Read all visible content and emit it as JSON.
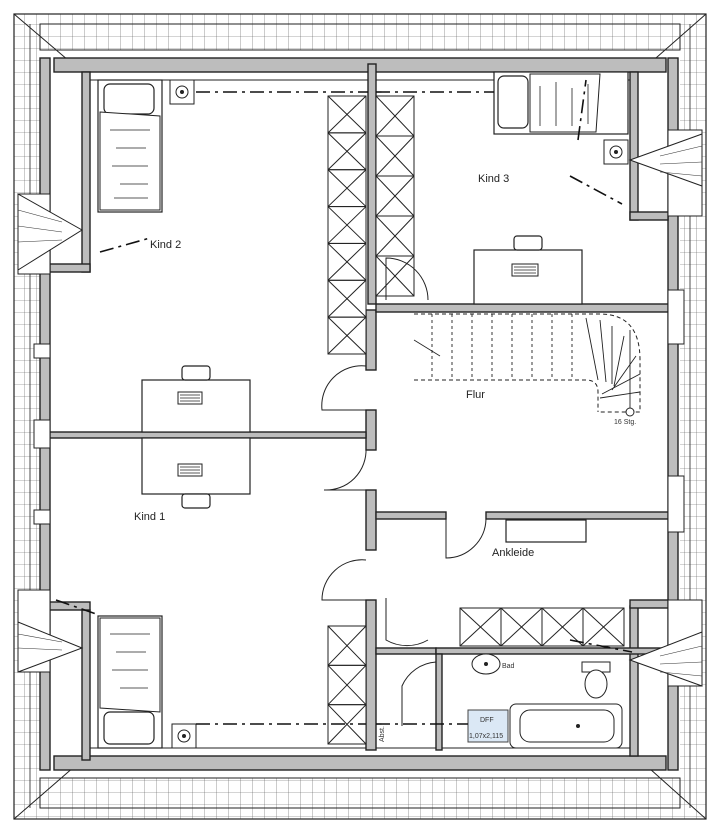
{
  "rooms": {
    "kind2": "Kind 2",
    "kind3": "Kind 3",
    "kind1": "Kind 1",
    "flur": "Flur",
    "ankleide": "Ankleide",
    "bad": "Bad"
  },
  "annotations": {
    "stairs": "16 Stg.",
    "abst": "Abst.",
    "dff_title": "DFF",
    "dff_size": "1,07x2,115"
  },
  "colors": {
    "wall": "#bdbdbd",
    "line": "#222222",
    "dff_fill": "#dbe8f5"
  }
}
